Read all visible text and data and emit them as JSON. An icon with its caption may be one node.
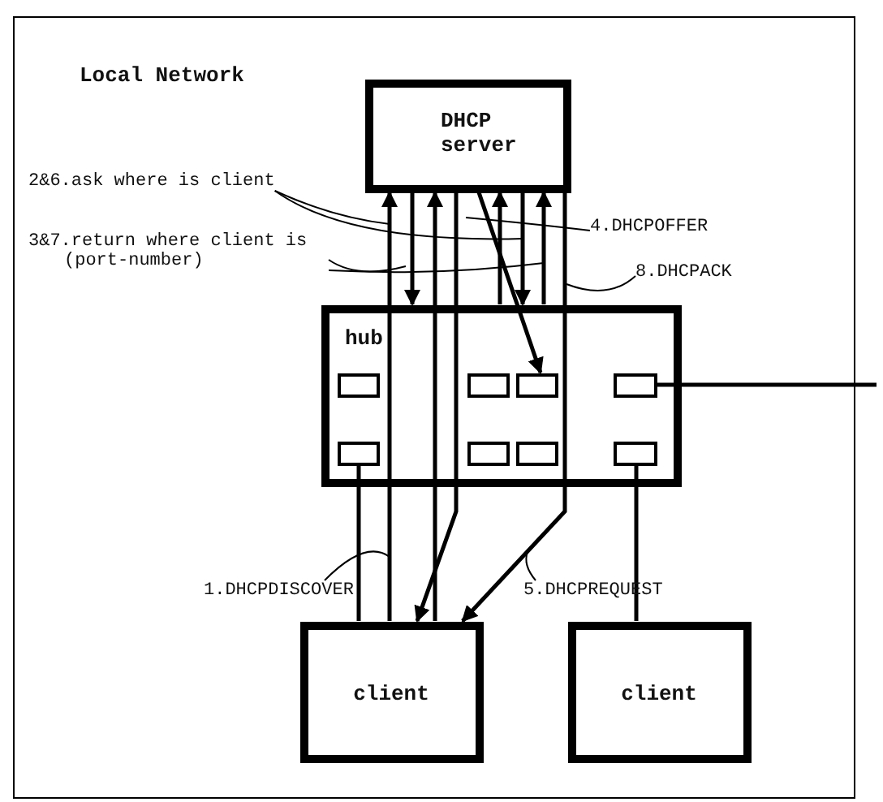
{
  "diagram": {
    "nodes": [
      {
        "text": [
          "Local Network"
        ]
      },
      {
        "text": [
          "DHCP server"
        ],
        "in": 0
      },
      {
        "text": [
          "hub"
        ],
        "in": 0
      },
      {
        "text": [],
        "shape": "box",
        "in": 2
      },
      {
        "text": [],
        "shape": "box",
        "in": 2
      },
      {
        "text": [],
        "shape": "box",
        "in": 2
      },
      {
        "text": [],
        "shape": "box",
        "in": 2
      },
      {
        "text": [],
        "shape": "box",
        "in": 2
      },
      {
        "text": [],
        "shape": "box",
        "in": 2
      },
      {
        "text": [],
        "shape": "box",
        "in": 2
      },
      {
        "text": [],
        "shape": "box",
        "in": 2
      },
      {
        "text": [
          "client"
        ],
        "in": 0
      },
      {
        "text": [
          "client"
        ],
        "in": 0
      },
      {
        "text": [
          "2&6.ask where is client"
        ],
        "in": 0
      },
      {
        "text": [
          "3&7.return where client is (port-number)"
        ],
        "in": 0
      },
      {
        "text": [
          "4.DHCPOFFER"
        ],
        "in": 0
      },
      {
        "text": [
          "8.DHCPACK"
        ],
        "in": 0
      },
      {
        "text": [
          "1.DHCPDISCOVER"
        ],
        "in": 0
      },
      {
        "text": [
          "5.DHCPREQUEST"
        ],
        "in": 0
      }
    ],
    "edges": [
      {
        "from": 11,
        "to": 1,
        "arrow": "to"
      },
      {
        "from": 11,
        "to": 1,
        "arrow": "to"
      },
      {
        "from": 1,
        "to": 2,
        "arrow": "to"
      },
      {
        "from": 1,
        "to": 2,
        "arrow": "to"
      },
      {
        "from": 1,
        "to": 5,
        "arrow": "to"
      },
      {
        "from": 2,
        "to": 1,
        "arrow": "to"
      },
      {
        "from": 2,
        "to": 1,
        "arrow": "to"
      },
      {
        "from": 1,
        "to": 11,
        "arrow": "to"
      },
      {
        "from": 1,
        "to": 11,
        "arrow": "to"
      },
      {
        "from": 7,
        "to": 11,
        "arrow": "none"
      },
      {
        "from": 10,
        "to": 12,
        "arrow": "none"
      },
      {
        "from": 6,
        "to": null,
        "arrow": "none"
      },
      {
        "from": 13,
        "to": null,
        "arrow": "none"
      },
      {
        "from": 13,
        "to": null,
        "arrow": "none"
      },
      {
        "from": 14,
        "to": null,
        "arrow": "none"
      },
      {
        "from": 14,
        "to": null,
        "arrow": "none"
      },
      {
        "from": 15,
        "to": null,
        "arrow": "none"
      },
      {
        "from": 16,
        "to": null,
        "arrow": "none"
      },
      {
        "from": 17,
        "to": null,
        "arrow": "none"
      },
      {
        "from": 18,
        "to": null,
        "arrow": "none"
      }
    ]
  }
}
